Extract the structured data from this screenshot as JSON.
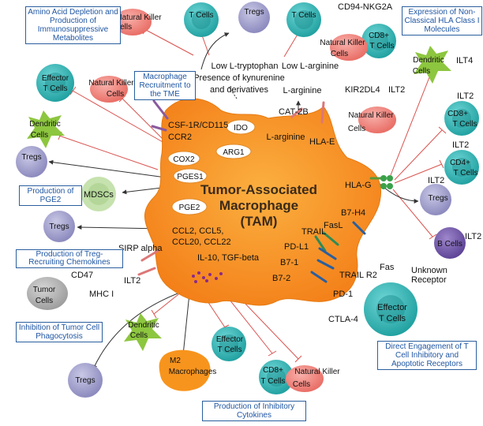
{
  "center": {
    "line1": "Tumor-Associated",
    "line2": "Macrophage",
    "line3": "(TAM)"
  },
  "boxes": {
    "amino": "Amino Acid Depletion and Production of Immunosuppressive Metabolites",
    "recruit": "Macrophage Recruitment to the TME",
    "hla": "Expression of Non-Classical HLA Class I Molecules",
    "pge2prod": "Production of PGE2",
    "treg_chemo": "Production of Treg-Recruiting Chemokines",
    "phago": "Inhibition of Tumor Cell Phagocytosis",
    "direct": "Direct Engagement of T Cell Inhibitory and Apoptotic Receptors",
    "cytokines": "Production of Inhibitory Cytokines"
  },
  "metabolites": {
    "line1": "Low L-tryptophan",
    "line2": "Presence of kynurenine",
    "line3": "and derivatives",
    "arginine": "Low L-arginine",
    "larginine_top": "L-arginine",
    "larginine": "L-arginine"
  },
  "molecules": {
    "csf": "CSF-1R/CD115",
    "ccr2": "CCR2",
    "ido": "IDO",
    "arg1": "ARG1",
    "cat2b": "CAT-2B",
    "hlae": "HLA-E",
    "cd94": "CD94-NKG2A",
    "kir": "KIR2DL4",
    "ilt2a": "ILT2",
    "ilt4": "ILT4",
    "ilt2b": "ILT2",
    "ilt2c": "ILT2",
    "ilt2d": "ILT2",
    "ilt2e": "ILT2",
    "hlag": "HLA-G",
    "cox2": "COX2",
    "pges1": "PGES1",
    "pge2": "PGE2",
    "mdscs": "MDSCs",
    "chemo1": "CCL2, CCL5,",
    "chemo2": "CCL20, CCL22",
    "sirp": "SIRP alpha",
    "cd47": "CD47",
    "ilt2f": "ILT2",
    "mhc": "MHC I",
    "il10": "IL-10, TGF-beta",
    "b7h4": "B7-H4",
    "fasl": "FasL",
    "trail": "TRAIL",
    "pdl1": "PD-L1",
    "b71": "B7-1",
    "b72": "B7-2",
    "trailr2": "TRAIL R2",
    "fas": "Fas",
    "unknown1": "Unknown",
    "unknown2": "Receptor",
    "pd1": "PD-1",
    "ctla4": "CTLA-4"
  },
  "cells": {
    "nk1": [
      "Natural Killer",
      "Cells"
    ],
    "tcells1": [
      "T Cells"
    ],
    "tregs1": [
      "Tregs"
    ],
    "tcells2": [
      "T Cells"
    ],
    "nk2": [
      "Natural Killer",
      "Cells"
    ],
    "cd8a": [
      "CD8+",
      "T Cells"
    ],
    "dc1": [
      "Dendritic",
      "Cells"
    ],
    "eff1": [
      "Effector",
      "T Cells"
    ],
    "nk3": [
      "Natural Killer",
      "Cells"
    ],
    "nk4": [
      "Natural Killer",
      "Cells"
    ],
    "cd8b": [
      "CD8+",
      "T Cells"
    ],
    "cd4": [
      "CD4+",
      "T Cells"
    ],
    "dc2": [
      "Dendritic",
      "Cells"
    ],
    "tregs2": [
      "Tregs"
    ],
    "tregs3": [
      "Tregs"
    ],
    "tregs4": [
      "Tregs"
    ],
    "bcells": [
      "B Cells"
    ],
    "tumor": [
      "Tumor",
      "Cells"
    ],
    "eff2": [
      "Effector",
      "T Cells"
    ],
    "dc3": [
      "Dendritic",
      "Cells"
    ],
    "eff3": [
      "Effector",
      "T Cells"
    ],
    "m2": [
      "M2",
      "Macrophages"
    ],
    "cd8c": [
      "CD8+",
      "T Cells"
    ],
    "nk5": [
      "Natural Killer",
      "Cells"
    ],
    "tregs5": [
      "Tregs"
    ]
  },
  "colors": {
    "tam": "#f7941d",
    "teal": "#25b5b5",
    "nk": "#ef7f77",
    "treg": "#9d9bc7",
    "dc": "#8dc63f",
    "mdsc": "#b7d99a",
    "bcell": "#6b4fa3",
    "tumor": "#a9a9a9",
    "box_text": "#1f56a3",
    "inhibit": "#d9534f"
  }
}
